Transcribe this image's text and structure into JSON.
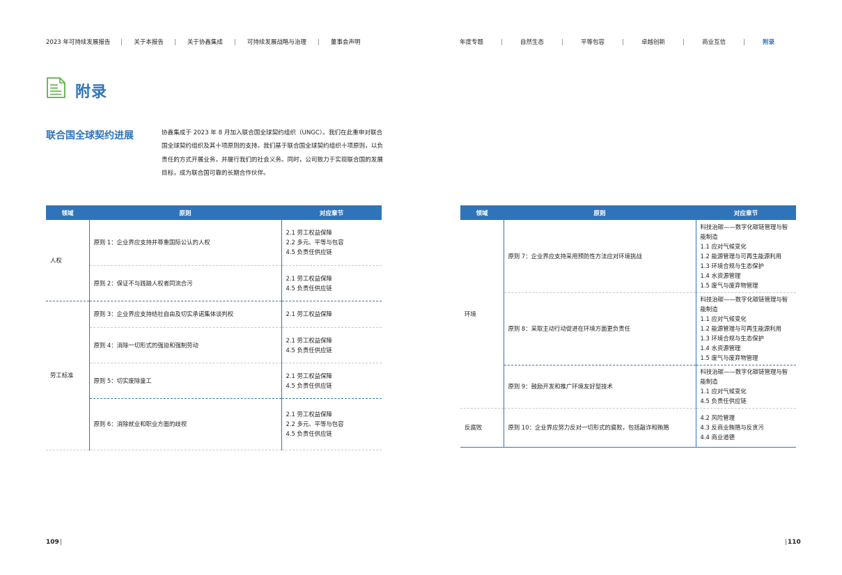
{
  "nav_left": [
    "2023 年可持续发展报告",
    "关于本报告",
    "关于协鑫集成",
    "可持续发展战略与治理",
    "董事会声明"
  ],
  "nav_right": [
    "年度专题",
    "自然生态",
    "平等包容",
    "卓越创新",
    "商业互信",
    "附录"
  ],
  "colors": {
    "accent": "#2f74b9",
    "icon": "#5bb14a"
  },
  "appendix_title": "附录",
  "ungc": {
    "title": "联合国全球契约进展",
    "text": "协鑫集成于 2023 年 8 月加入联合国全球契约组织（UNGC）。我们在此重申对联合国全球契约组织及其十项原则的支持。我们基于联合国全球契约组织十项原则，以负责任的方式开展业务，并履行我们的社会义务。同时，公司致力于实现联合国的发展目标，成为联合国可靠的长期合作伙伴。"
  },
  "table_headers": {
    "domain": "领域",
    "principle": "原则",
    "chapters": "对应章节"
  },
  "left_table": {
    "domains": [
      "人权",
      "劳工标准"
    ],
    "rows": [
      {
        "principle": "原则 1：企业界应支持并尊重国际公认的人权",
        "chapters": "2.1 劳工权益保障\n2.2 多元、平等与包容\n4.5 负责任供应链"
      },
      {
        "principle": "原则 2：保证不与践踏人权者同流合污",
        "chapters": "2.1 劳工权益保障\n4.5 负责任供应链"
      },
      {
        "principle": "原则 3：企业界应支持结社自由及切实承诺集体谈判权",
        "chapters": "2.1 劳工权益保障"
      },
      {
        "principle": "原则 4：消除一切形式的强迫和强制劳动",
        "chapters": "2.1 劳工权益保障\n4.5 负责任供应链"
      },
      {
        "principle": "原则 5：切实废除童工",
        "chapters": "2.1 劳工权益保障\n4.5 负责任供应链"
      },
      {
        "principle": "原则 6：消除就业和职业方面的歧视",
        "chapters": "2.1 劳工权益保障\n2.2 多元、平等与包容\n4.5 负责任供应链"
      }
    ]
  },
  "right_table": {
    "domains": [
      "环境",
      "反腐败"
    ],
    "rows": [
      {
        "principle": "原则 7：企业界应支持采用预防性方法应对环境挑战",
        "chapters": "科技治碳——数字化碳链管理与智能制造\n1.1 应对气候变化\n1.2 能源管理与可再生能源利用\n1.3 环境合规与生态保护\n1.4 水资源管理\n1.5 废气与废弃物管理"
      },
      {
        "principle": "原则 8：采取主动行动促进在环境方面更负责任",
        "chapters": "科技治碳——数字化碳链管理与智能制造\n1.1 应对气候变化\n1.2 能源管理与可再生能源利用\n1.3 环境合规与生态保护\n1.4 水资源管理\n1.5 废气与废弃物管理"
      },
      {
        "principle": "原则 9：鼓励开发和推广环境友好型技术",
        "chapters": "科技治碳——数字化碳链管理与智能制造\n1.1 应对气候变化\n4.5 负责任供应链"
      },
      {
        "principle": "原则 10：企业界应努力反对一切形式的腐败，包括敲诈和贿赂",
        "chapters": "4.2 风险管理\n4.3 反商业贿赂与反贪污\n4.4 商业道德"
      }
    ]
  },
  "page_left": "109",
  "page_right": "110"
}
